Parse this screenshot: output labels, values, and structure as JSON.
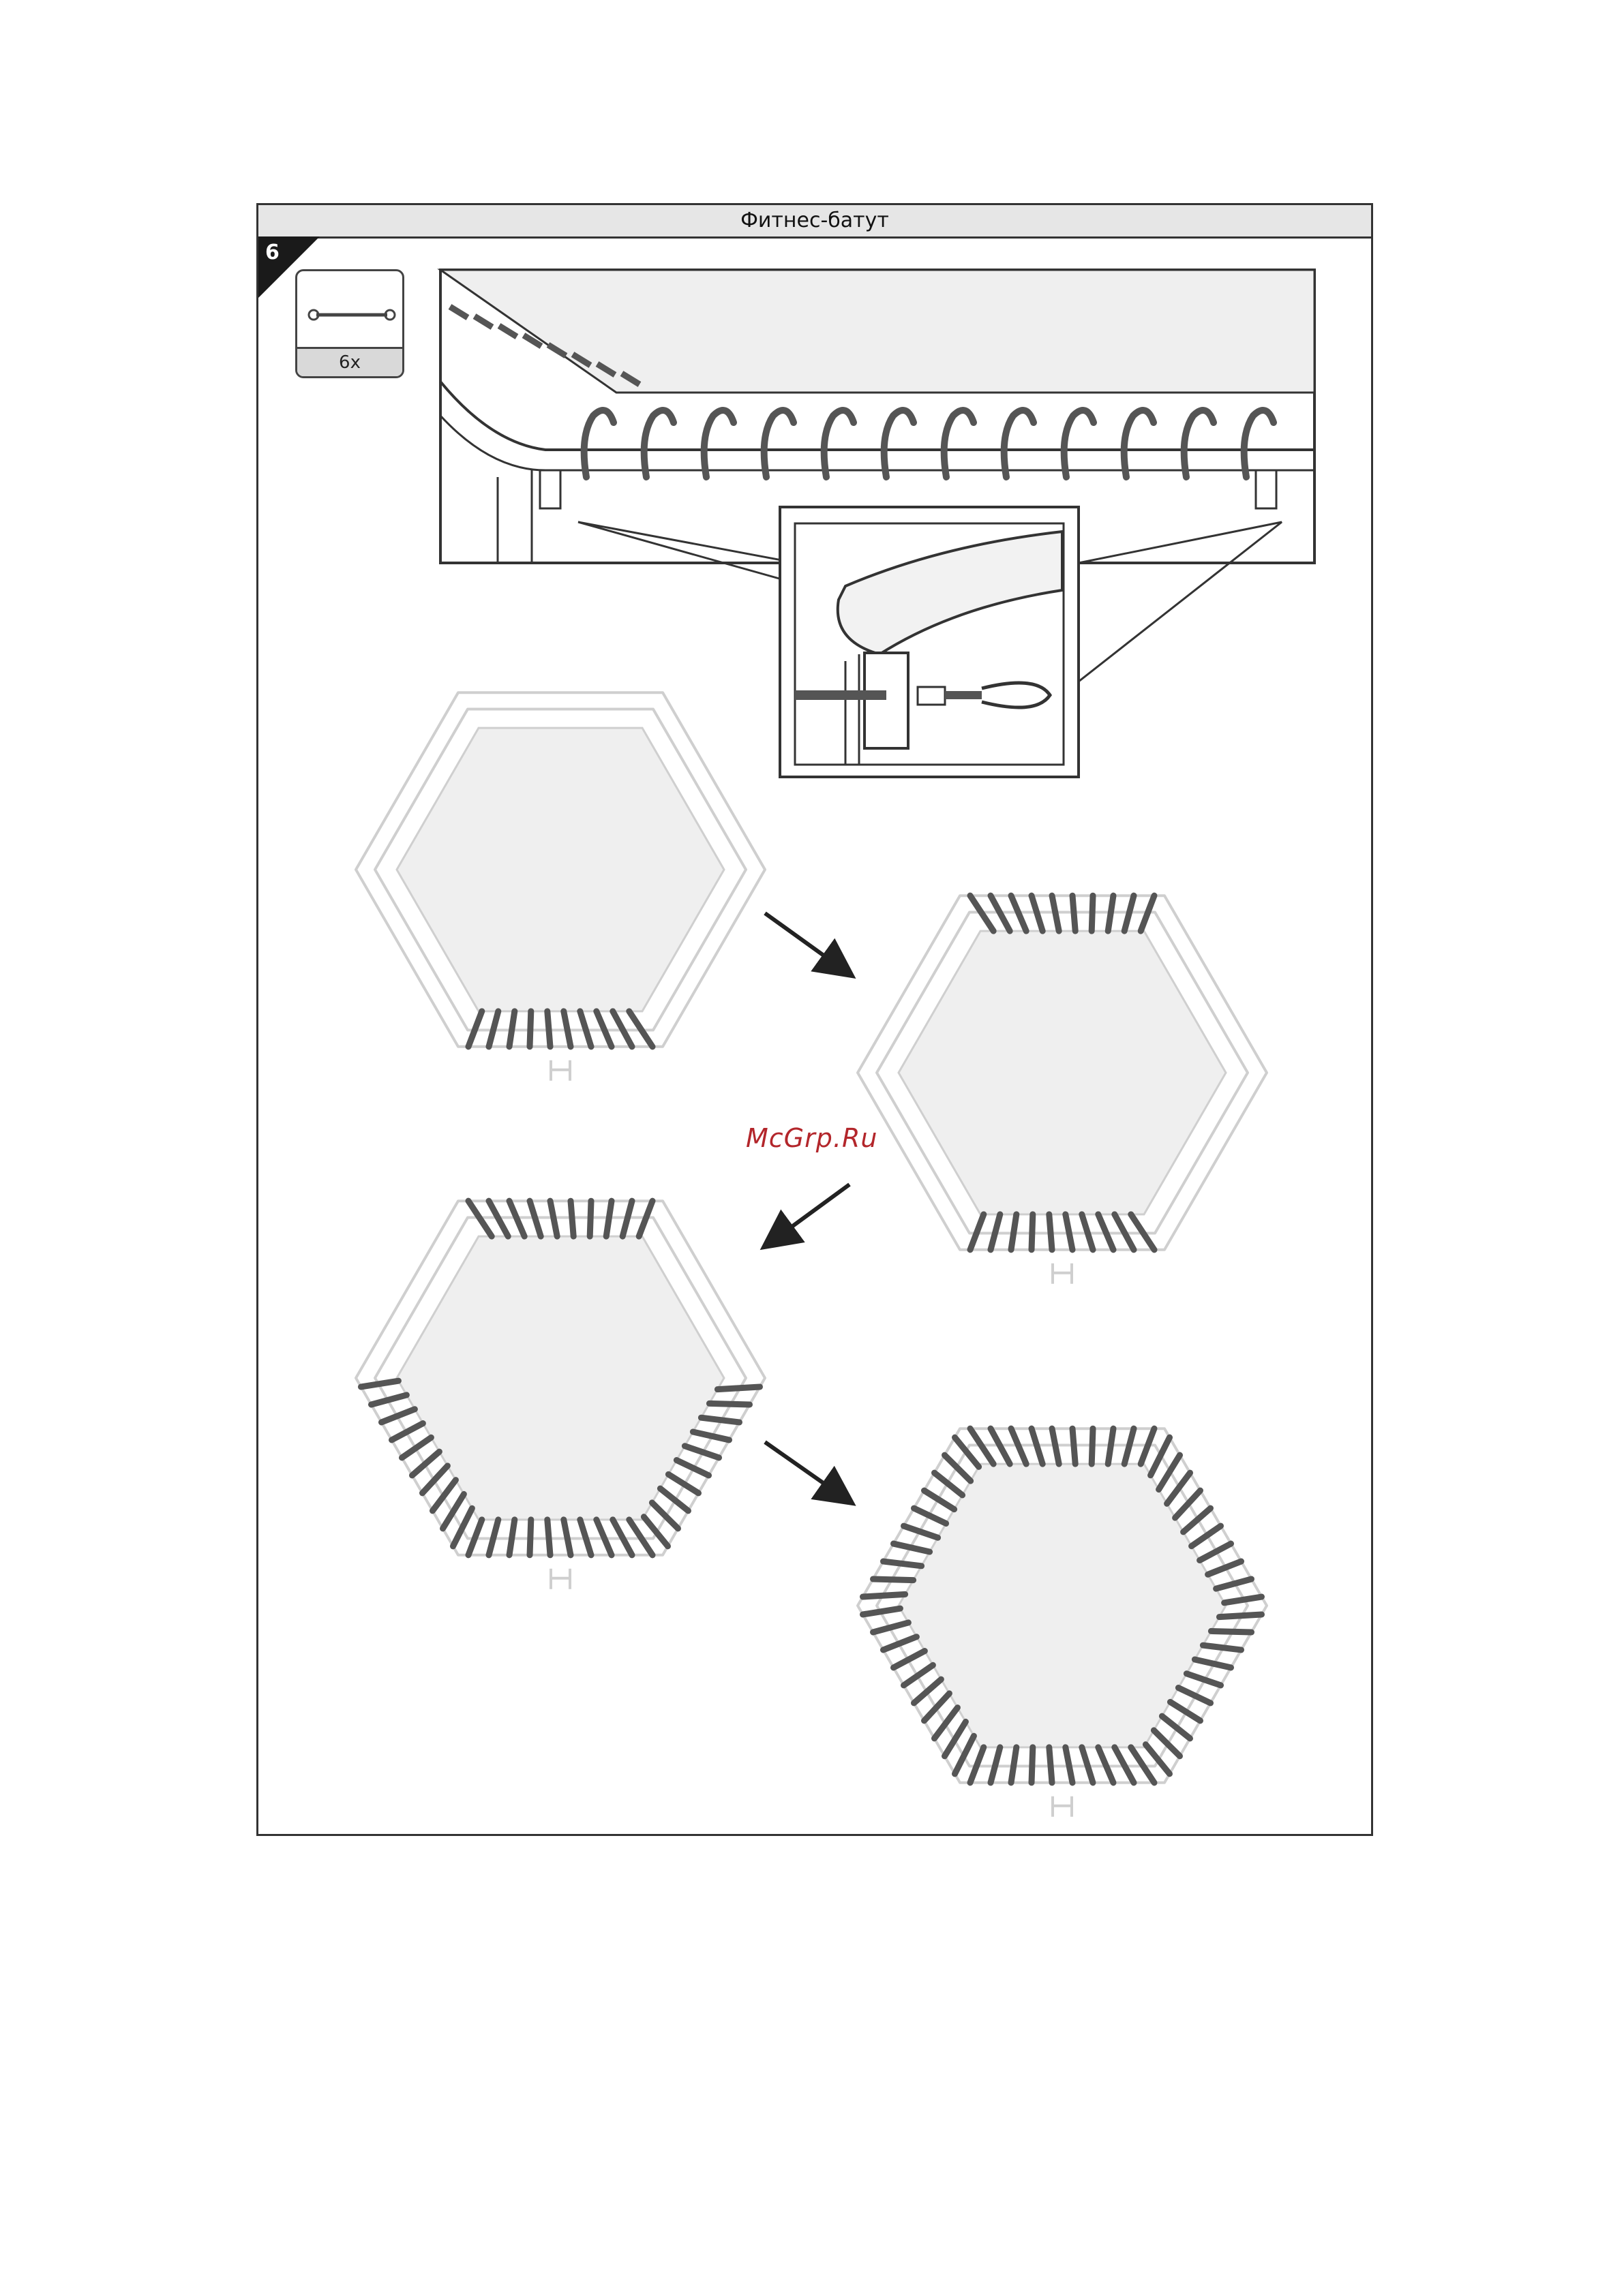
{
  "header": {
    "title": "Фитнес-батут"
  },
  "step": {
    "number": "6"
  },
  "parts": {
    "count_label": "6x",
    "icon": "bungee-cord-icon"
  },
  "watermark": {
    "text": "McGrp.Ru"
  },
  "colors": {
    "mat": "#efefef",
    "frame": "#cfcfcf",
    "cord": "#555555",
    "line": "#333333",
    "arrow": "#222222"
  }
}
